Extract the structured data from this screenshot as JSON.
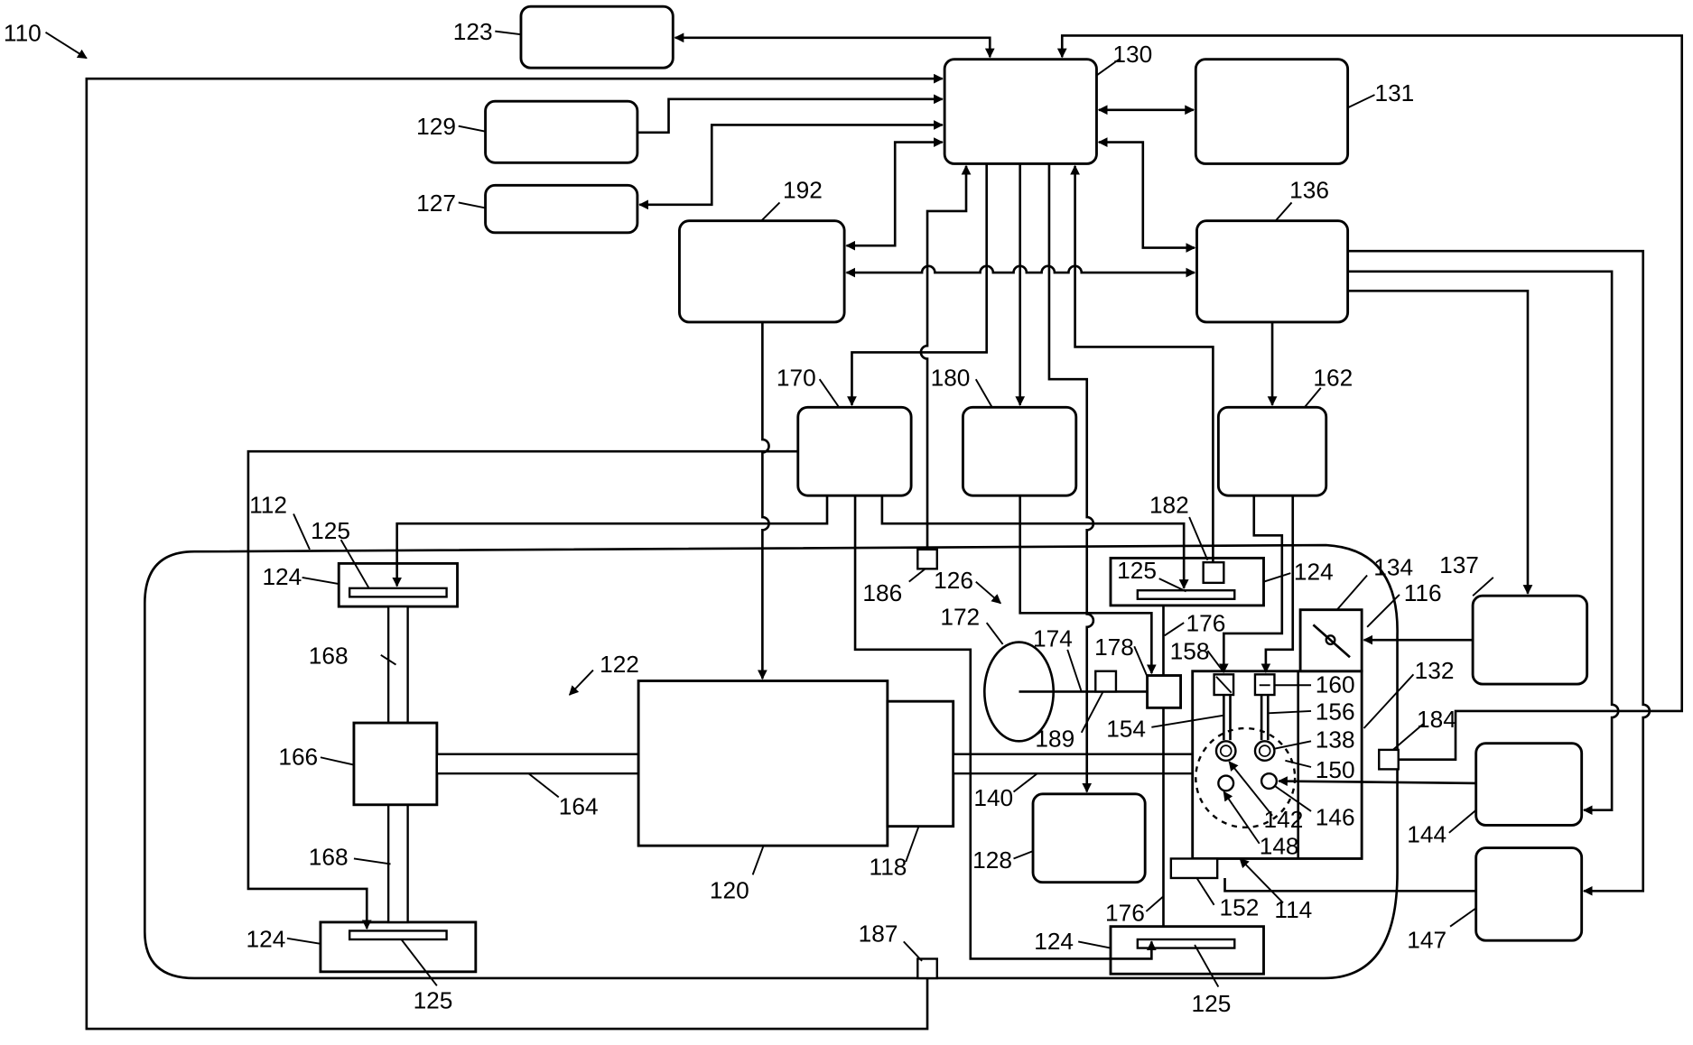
{
  "figure": {
    "labels": {
      "l110": "110",
      "l112": "112",
      "l114": "114",
      "l116": "116",
      "l118": "118",
      "l120": "120",
      "l122": "122",
      "l123": "123",
      "l124a": "124",
      "l124b": "124",
      "l124c": "124",
      "l124d": "124",
      "l125a": "125",
      "l125b": "125",
      "l125c": "125",
      "l125d": "125",
      "l126": "126",
      "l127": "127",
      "l128": "128",
      "l129": "129",
      "l130": "130",
      "l131": "131",
      "l132": "132",
      "l134": "134",
      "l136": "136",
      "l137": "137",
      "l138": "138",
      "l140": "140",
      "l142": "142",
      "l144": "144",
      "l146": "146",
      "l147": "147",
      "l148": "148",
      "l150": "150",
      "l152": "152",
      "l154": "154",
      "l156": "156",
      "l158": "158",
      "l160": "160",
      "l162": "162",
      "l164": "164",
      "l166": "166",
      "l168a": "168",
      "l168b": "168",
      "l170": "170",
      "l172": "172",
      "l174": "174",
      "l176a": "176",
      "l176b": "176",
      "l178": "178",
      "l180": "180",
      "l182": "182",
      "l184": "184",
      "l186": "186",
      "l187": "187",
      "l189": "189",
      "l192": "192"
    }
  }
}
